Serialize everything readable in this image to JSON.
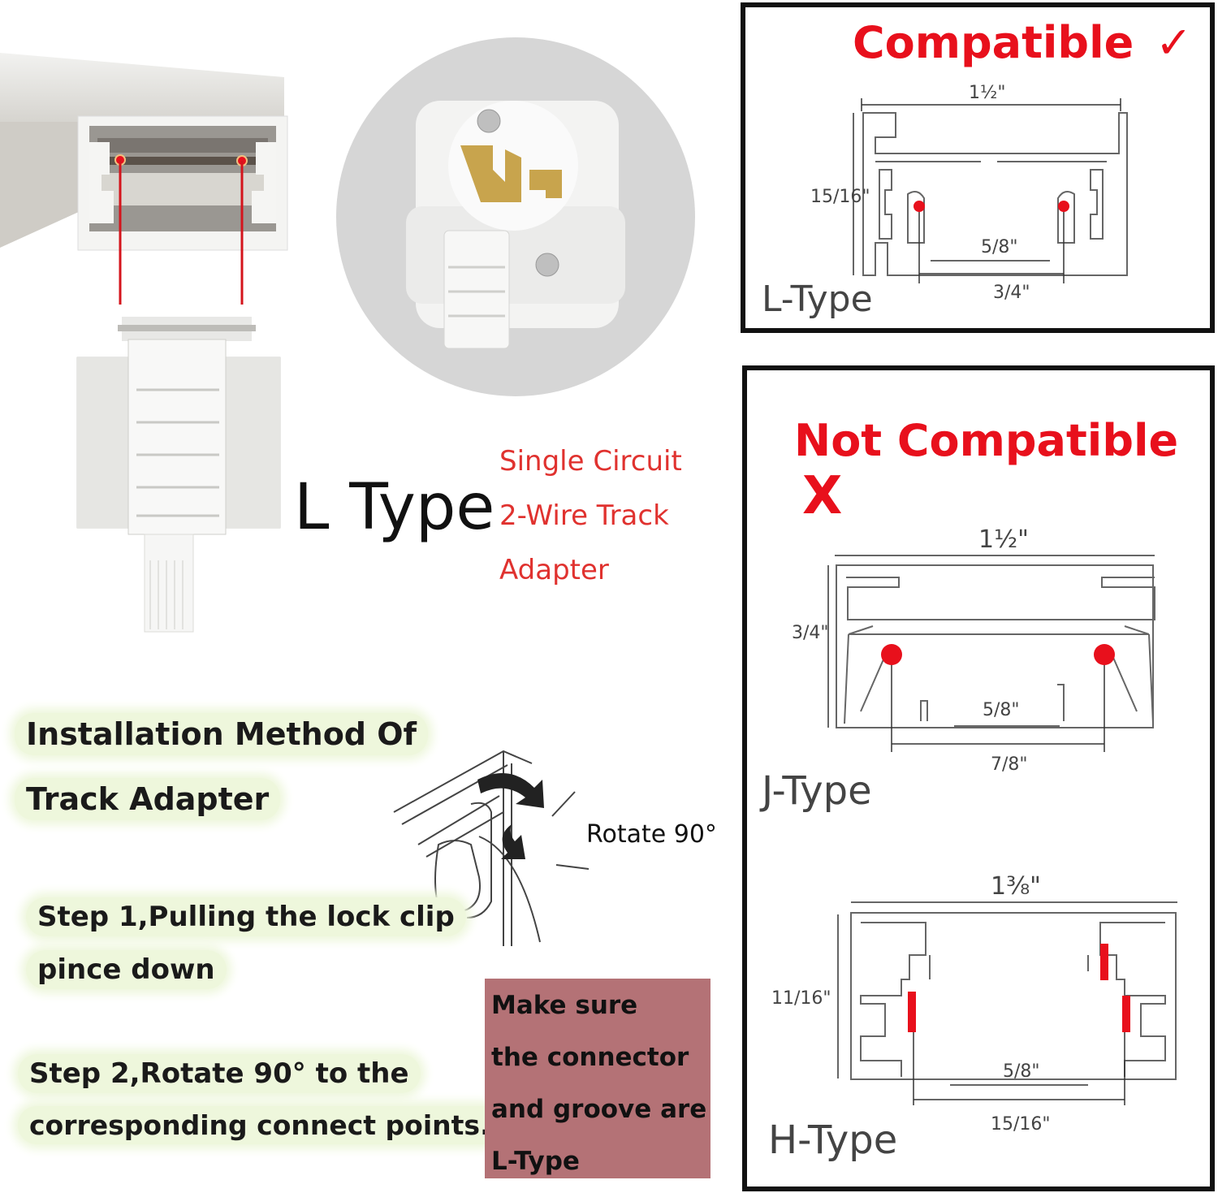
{
  "product": {
    "type_label": "L Type",
    "description_lines": [
      "Single Circuit",
      "2-Wire Track",
      "Adapter"
    ]
  },
  "compatible_panel": {
    "title": "Compatible",
    "check_mark": "✓",
    "type_label": "L-Type",
    "dims": {
      "width": "1½\"",
      "height": "15/16\"",
      "inner": "5/8\"",
      "outer": "3/4\""
    }
  },
  "not_compatible_panel": {
    "title": "Not Compatible",
    "cross_mark": "X",
    "j_type": {
      "label": "J-Type",
      "dims": {
        "width": "1½\"",
        "height": "3/4\"",
        "inner": "5/8\"",
        "outer": "7/8\""
      }
    },
    "h_type": {
      "label": "H-Type",
      "dims": {
        "width": "1⅜\"",
        "height": "11/16\"",
        "inner": "5/8\"",
        "outer": "15/16\""
      }
    }
  },
  "installation": {
    "heading_line1": "Installation Method Of",
    "heading_line2": "Track Adapter",
    "rotate_label": "Rotate 90°",
    "step1_line1": "Step 1,Pulling the lock clip",
    "step1_line2": "pince down",
    "step2_line1": "Step 2,Rotate 90° to the",
    "step2_line2": "corresponding connect points."
  },
  "note": {
    "lines": [
      "Make sure",
      "the connector",
      "and groove are",
      "L-Type"
    ]
  },
  "colors": {
    "accent_red": "#e8101c",
    "note_bg": "#b47276",
    "highlight_bg": "#eef7dc"
  }
}
